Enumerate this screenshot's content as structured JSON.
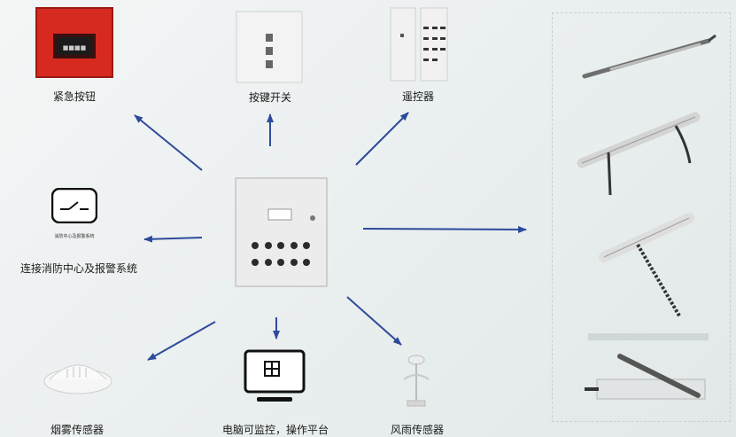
{
  "center": {
    "name": "control-cabinet"
  },
  "devices": {
    "emergency_button": {
      "label": "紧急按钮"
    },
    "key_switch": {
      "label": "按键开关"
    },
    "remote_control": {
      "label": "遥控器"
    },
    "fire_center": {
      "label": "连接消防中心及报警系统",
      "icon_caption": "消防中心及报警系统"
    },
    "smoke_sensor": {
      "label": "烟雾传感器"
    },
    "computer": {
      "label": "电脑可监控，操作平台"
    },
    "wind_rain_sensor": {
      "label": "风雨传感器"
    }
  },
  "actuators": [
    "chain-actuator",
    "linear-actuator-bracket",
    "rack-actuator",
    "arm-actuator"
  ],
  "colors": {
    "arrow": "#2d4a9a",
    "button_red": "#d9261c",
    "panel": "#ececec"
  }
}
